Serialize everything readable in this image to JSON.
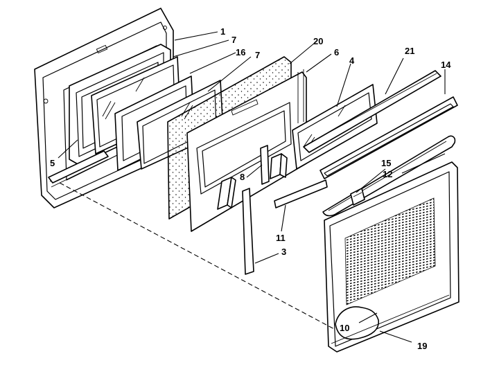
{
  "callouts": {
    "c1": "1",
    "c7a": "7",
    "c16": "16",
    "c7b": "7",
    "c20": "20",
    "c6": "6",
    "c4": "4",
    "c21": "21",
    "c14": "14",
    "c5": "5",
    "c15": "15",
    "c12": "12",
    "c8": "8",
    "c11": "11",
    "c3": "3",
    "c10": "10",
    "c19": "19"
  },
  "colors": {
    "line": "#000000",
    "background": "#ffffff"
  }
}
